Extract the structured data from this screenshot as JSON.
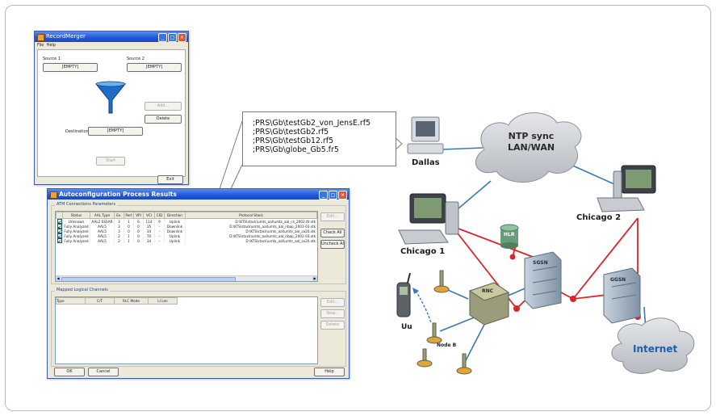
{
  "merge_window": {
    "title": "RecordMerger",
    "menu": [
      "File",
      "Help"
    ],
    "source1_label": "Source 1",
    "source1_value": "[EMPTY]",
    "source2_label": "Source 2",
    "source2_value": "[EMPTY]",
    "add_button": "Add...",
    "delete_button": "Delete",
    "destination_label": "Destination",
    "destination_value": "[EMPTY]",
    "start_button": "Start",
    "exit_button": "Exit"
  },
  "callout": {
    "lines": [
      ";PRS\\Gb\\testGb2_von_JensE.rf5",
      ";PRS\\Gb\\testGb2.rf5",
      ";PRS\\Gb\\testGb12.rf5",
      ";PRS\\Gb\\globe_Gb5.fr5"
    ]
  },
  "auto_window": {
    "title": "Autoconfiguration Process Results",
    "atm_group": "ATM Connections Parameters",
    "columns": [
      "",
      "Status",
      "AAL Type",
      "Ex.",
      "Port",
      "VPI",
      "VCI",
      "CID",
      "Direction",
      "Protocol Stack"
    ],
    "rows": [
      [
        "Unknown",
        "AAL2 SSSAR",
        "3",
        "1",
        "6",
        "114",
        "9",
        "Uplink",
        "D:\\KTS\\stack\\umts_aal\\umts_aal_cs_2002.tfr.stk"
      ],
      [
        "Fully Analyzed",
        "AAL5",
        "3",
        "0",
        "0",
        "35",
        "-",
        "Downlink",
        "D:\\KTS\\stack\\umts_aal\\umts_aal_nbap_2001-03.stk"
      ],
      [
        "Fully Analyzed",
        "AAL5",
        "3",
        "0",
        "0",
        "34",
        "-",
        "Downlink",
        "D:\\KTS\\stack\\umts_aal\\umts_aal_sa20.stk"
      ],
      [
        "Fully Analyzed",
        "AAL5",
        "2",
        "1",
        "0",
        "70",
        "-",
        "Uplink",
        "D:\\KTS\\stack\\umts_aal\\umts_aal_nbap_2001-03.stk"
      ],
      [
        "Fully Analyzed",
        "AAL5",
        "2",
        "1",
        "0",
        "34",
        "-",
        "Uplink",
        "D:\\KTS\\stack\\umts_aal\\umts_aal_sa20.stk"
      ]
    ],
    "edit_button": "Edit...",
    "check_all_button": "Check All",
    "uncheck_all_button": "Uncheck All",
    "mapped_group": "Mapped Logical Channels",
    "mapped_columns": [
      "Type",
      "C/T",
      "RLC Mode",
      "LI Len"
    ],
    "mapped_edit": "Edit...",
    "mapped_new": "New...",
    "mapped_delete": "Delete",
    "ok_button": "OK",
    "cancel_button": "Cancel",
    "help_button": "Help"
  },
  "network": {
    "ntp_cloud": "NTP sync\nLAN/WAN",
    "internet": "Internet",
    "dallas": "Dallas",
    "chicago1": "Chicago 1",
    "chicago2": "Chicago 2",
    "hlr": "HLR",
    "sgsn": "SGSN",
    "ggsn": "GGSN",
    "rnc": "RNC",
    "node_b": "Node B",
    "uu": "Uu",
    "colors": {
      "link_red": "#d9262b",
      "link_blue": "#3a78b8",
      "cloud": "#c9ccd1",
      "server": "#9fb2c2"
    }
  }
}
